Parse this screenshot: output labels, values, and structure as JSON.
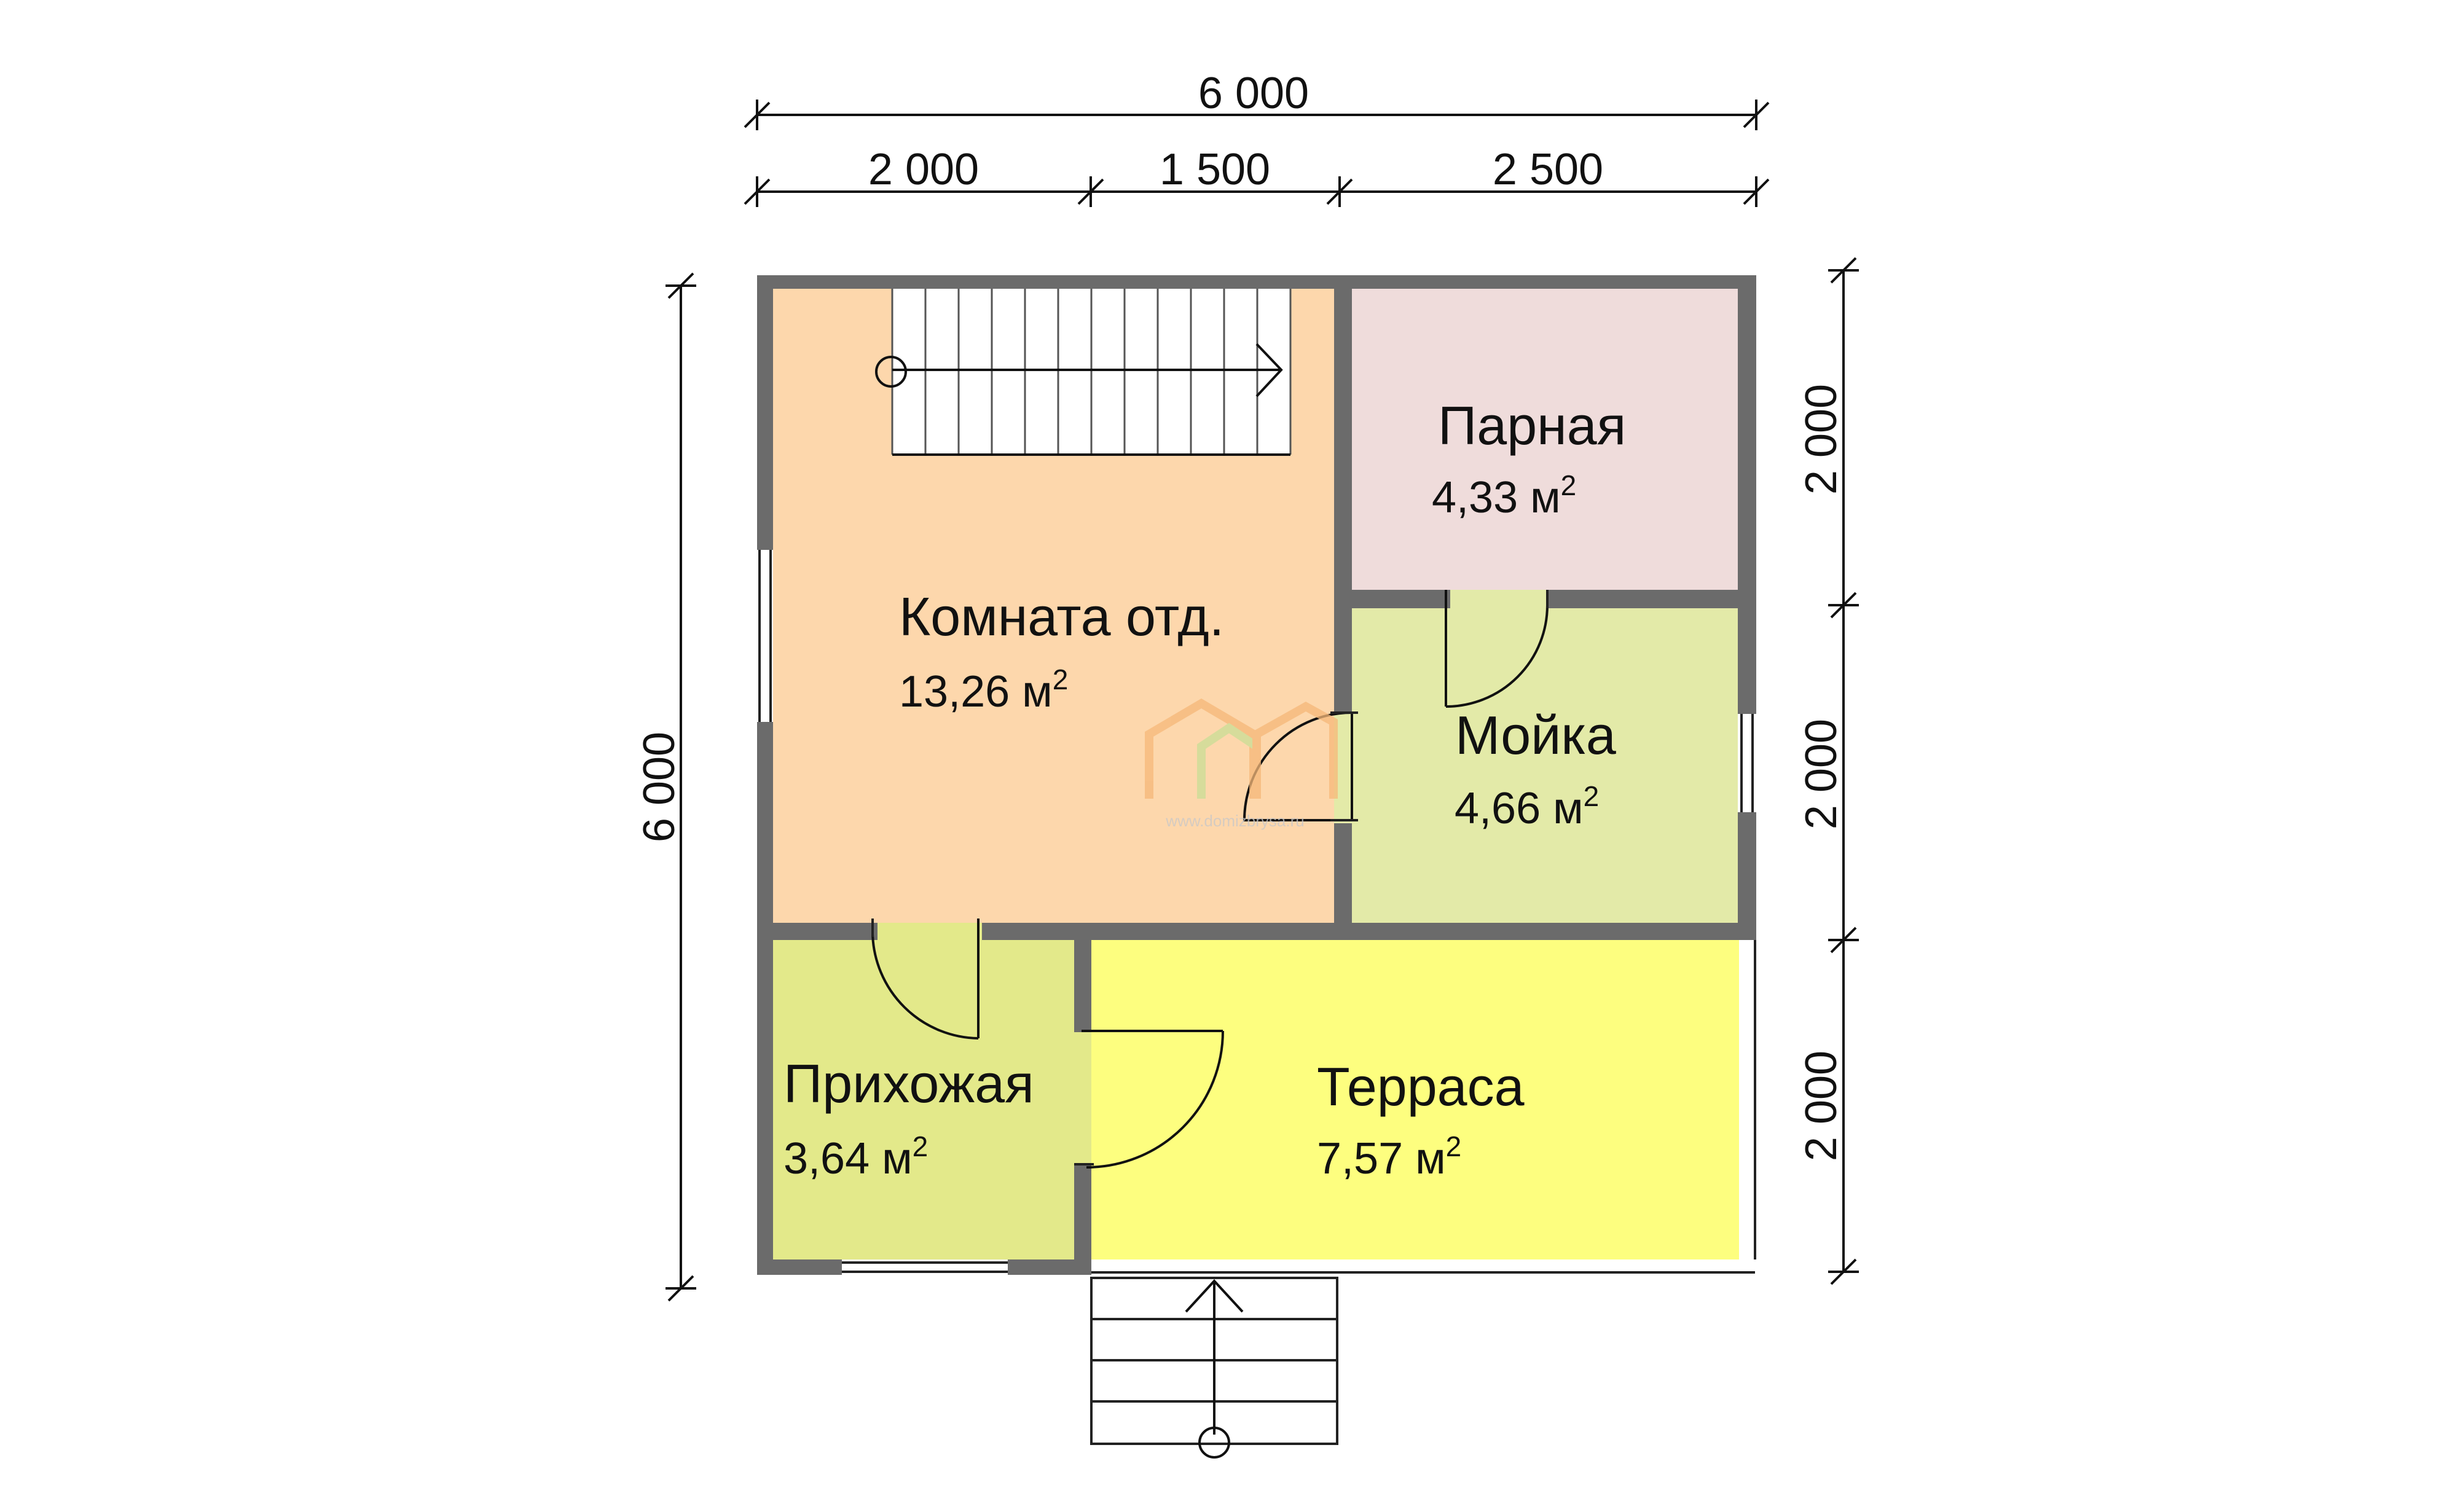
{
  "dimensions": {
    "top_total": "6 000",
    "top_segments": [
      "2 000",
      "1 500",
      "2 500"
    ],
    "left_total": "6 000",
    "right_segments": [
      "2 000",
      "2 000",
      "2 000"
    ]
  },
  "rooms": {
    "komnata": {
      "name": "Комната отд.",
      "area": "13,26 м",
      "color": "#FDD7AC"
    },
    "parnaya": {
      "name": "Парная",
      "area": "4,33 м",
      "color": "#EFDCDB"
    },
    "moyka": {
      "name": "Мойка",
      "area": "4,66 м",
      "color": "#E3EAA8"
    },
    "prikhozhaya": {
      "name": "Прихожая",
      "area": "3,64 м",
      "color": "#E3E98A"
    },
    "terrasa": {
      "name": "Терраса",
      "area": "7,57 м",
      "color": "#FDFE7F"
    }
  },
  "area_superscript": "2",
  "watermark": "www.domizbrysa.ru",
  "colors": {
    "wall": "#6b6b6b",
    "logo_orange": "#F5B879",
    "logo_green": "#C9DE96"
  }
}
